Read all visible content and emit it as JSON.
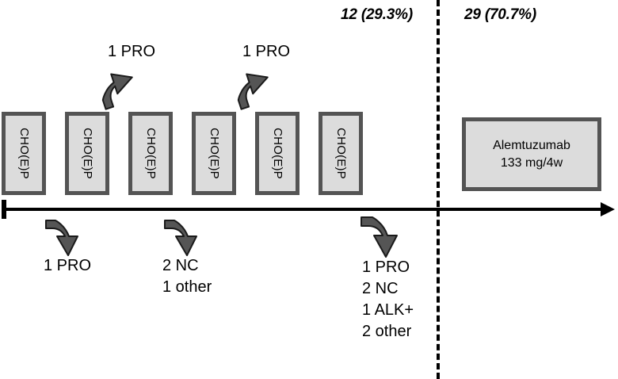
{
  "header": {
    "left_group_count": "12 (29.3%)",
    "right_group_count": "29 (70.7%)"
  },
  "timeline": {
    "chemo_cycles": [
      {
        "label": "CHO(E)P"
      },
      {
        "label": "CHO(E)P"
      },
      {
        "label": "CHO(E)P"
      },
      {
        "label": "CHO(E)P"
      },
      {
        "label": "CHO(E)P"
      },
      {
        "label": "CHO(E)P"
      }
    ],
    "maintenance": {
      "drug": "Alemtuzumab",
      "dose": "133 mg/4w"
    }
  },
  "annotations": {
    "above": [
      {
        "text": "1 PRO"
      },
      {
        "text": "1 PRO"
      }
    ],
    "below": [
      {
        "lines": [
          "1 PRO"
        ]
      },
      {
        "lines": [
          "2 NC",
          "1 other"
        ]
      },
      {
        "lines": [
          "1 PRO",
          "2 NC",
          "1 ALK+",
          "2 other"
        ]
      }
    ]
  },
  "colors": {
    "box_fill": "#dcdcdc",
    "box_border": "#545454",
    "arrow_fill": "#555555",
    "arrow_stroke": "#1a1a1a",
    "axis": "#000000"
  }
}
